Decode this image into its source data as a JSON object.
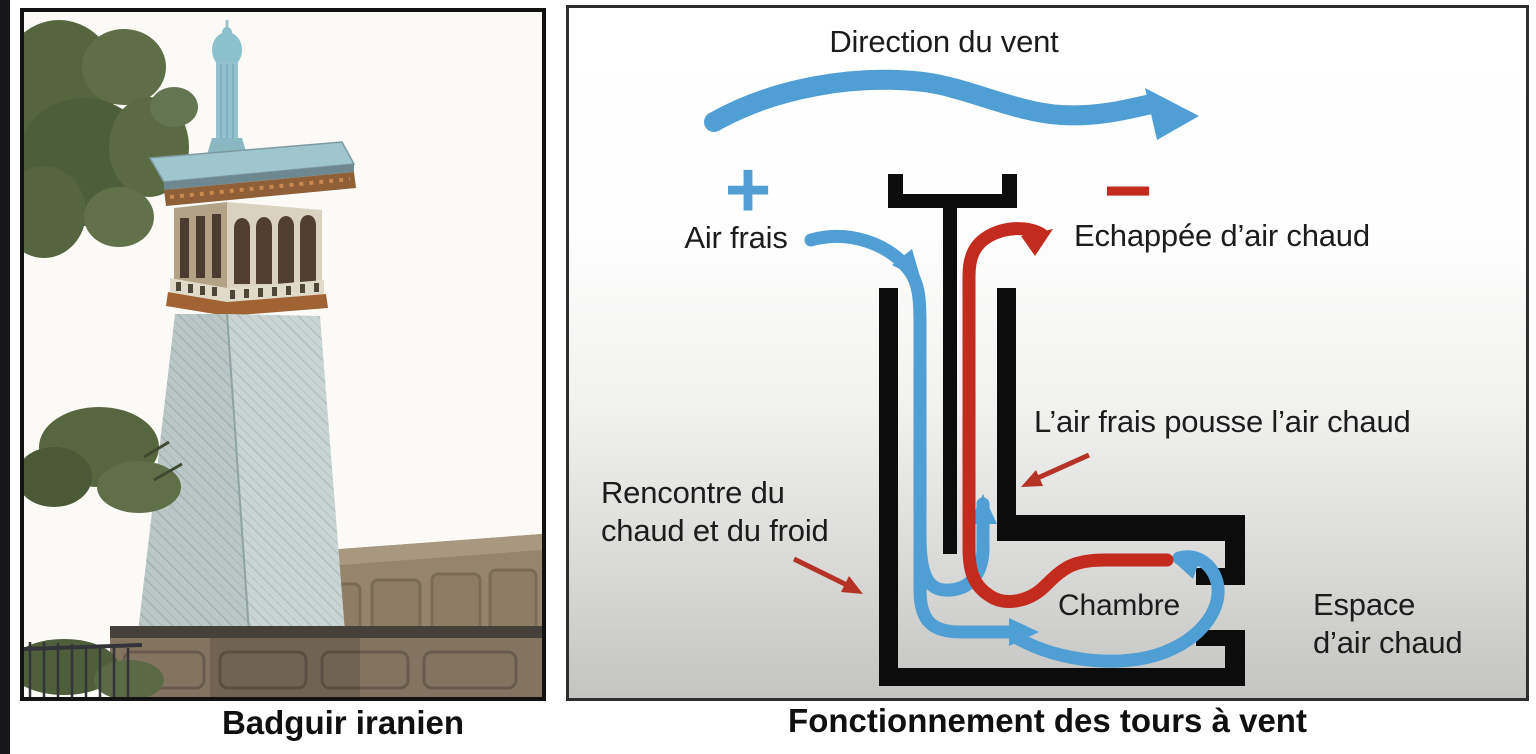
{
  "left_figure": {
    "caption": "Badguir iranien"
  },
  "right_figure": {
    "caption": "Fonctionnement des tours à vent",
    "labels": {
      "wind_direction": "Direction du vent",
      "plus": "+",
      "minus": "−",
      "cool_air": "Air frais",
      "hot_air_escape": "Echappée d’air chaud",
      "push": "L’air frais pousse l’air chaud",
      "meeting_line1": "Rencontre du",
      "meeting_line2": "chaud et du froid",
      "chamber": "Chambre",
      "hot_space_line1": "Espace",
      "hot_space_line2": "d’air chaud"
    },
    "colors": {
      "cool_air_blue": "#4f9fd5",
      "hot_air_red": "#c42b1f",
      "structure_black": "#0c0c0c"
    }
  }
}
